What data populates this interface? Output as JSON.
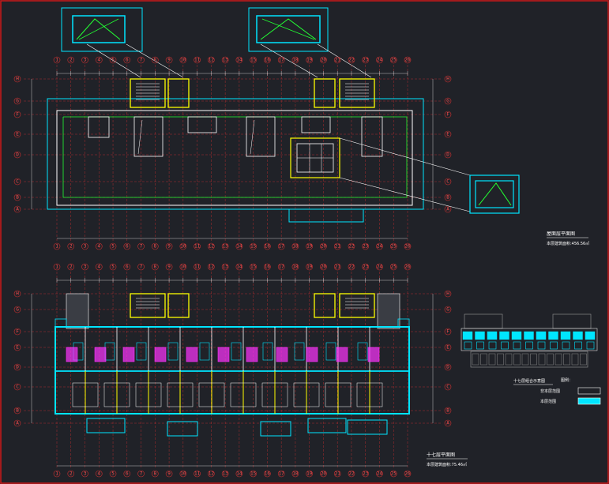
{
  "drawing": {
    "background": "#202228",
    "frame_color": "#d01818",
    "colors": {
      "wall": "#00e5ff",
      "grid": "#d03030",
      "dim": "#e8e8e8",
      "outline": "#ffffff",
      "highlight": "#ffff00",
      "green": "#22ff33",
      "magenta": "#ff33ff",
      "stair": "#ffffff"
    },
    "column_axes": [
      "1",
      "2",
      "3",
      "4",
      "5",
      "6",
      "7",
      "8",
      "9",
      "10",
      "11",
      "12",
      "13",
      "14",
      "15",
      "16",
      "17",
      "18",
      "19",
      "20",
      "21",
      "22",
      "23",
      "24",
      "25",
      "26"
    ],
    "row_axes": [
      "A",
      "B",
      "C",
      "D",
      "E",
      "F",
      "G",
      "H"
    ]
  },
  "roof_plan": {
    "label": "屋面层平面图",
    "area_text": "本层建筑面积:456.56㎡"
  },
  "standard_plan": {
    "label": "十七层平面图",
    "area_text": "本层建筑面积:75.46㎡"
  },
  "key_plan": {
    "label": "十七层组合示意图",
    "note": "图例：",
    "legend": [
      {
        "label": "非本层范围",
        "swatch": "#202228"
      },
      {
        "label": "本层范围",
        "swatch": "#00e5ff"
      }
    ]
  }
}
